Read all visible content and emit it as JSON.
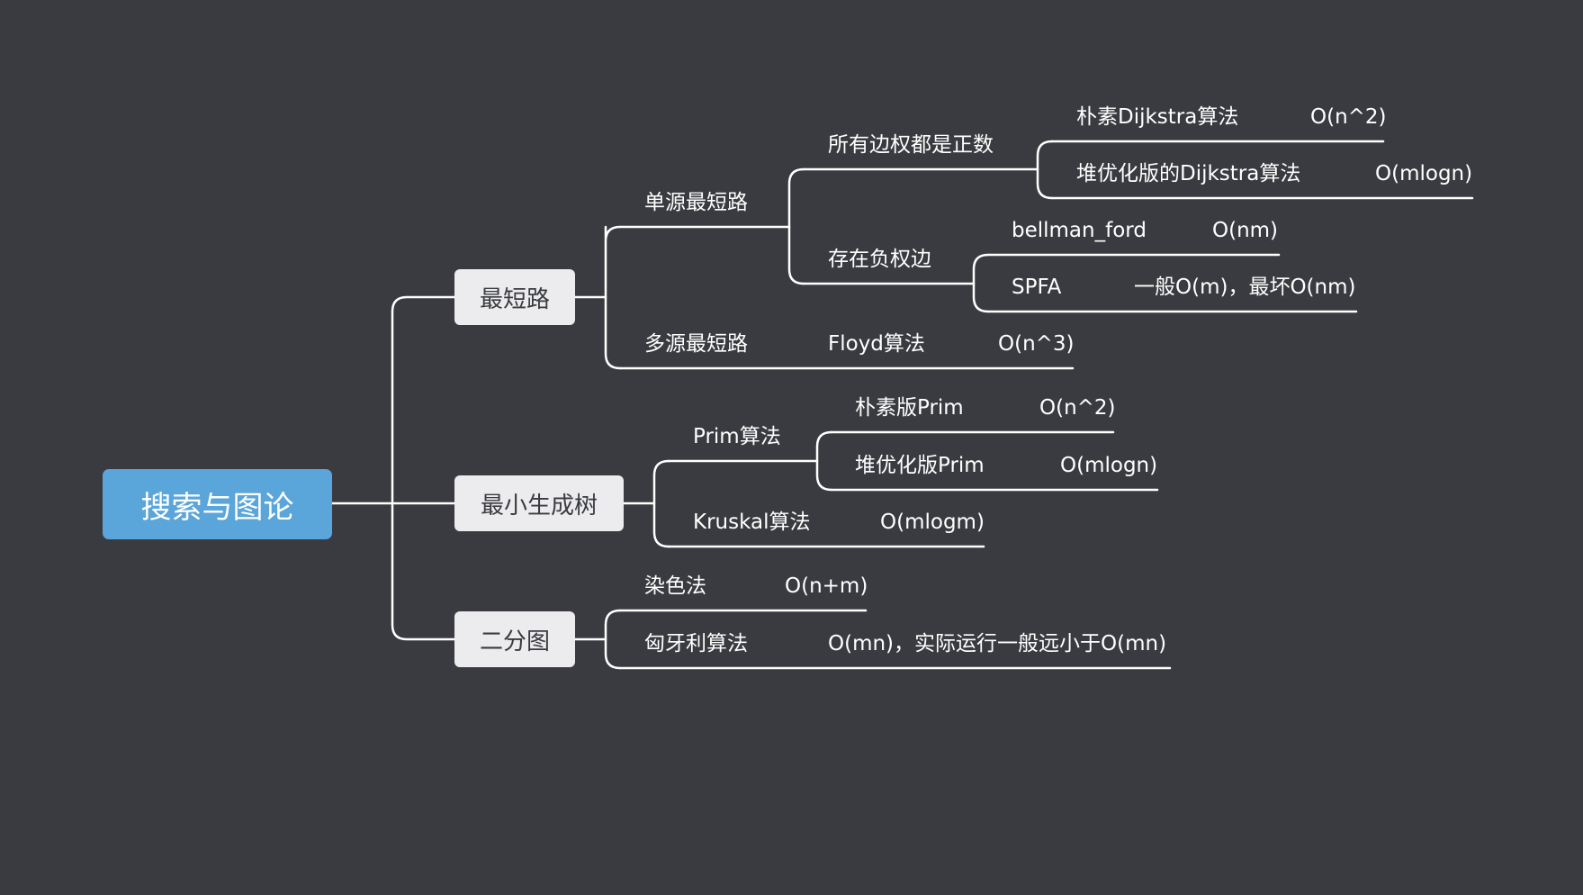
{
  "root": {
    "label": "搜索与图论"
  },
  "shortest_path": {
    "label": "最短路",
    "single_source": {
      "label": "单源最短路",
      "all_positive": {
        "label": "所有边权都是正数",
        "naive_dijkstra": {
          "label": "朴素Dijkstra算法",
          "complexity": "O(n^2)"
        },
        "heap_dijkstra": {
          "label": "堆优化版的Dijkstra算法",
          "complexity": "O(mlogn)"
        }
      },
      "negative": {
        "label": "存在负权边",
        "bellman_ford": {
          "label": "bellman_ford",
          "complexity": "O(nm)"
        },
        "spfa": {
          "label": "SPFA",
          "complexity": "一般O(m)，最坏O(nm)"
        }
      }
    },
    "multi_source": {
      "label": "多源最短路",
      "floyd": {
        "label": "Floyd算法",
        "complexity": "O(n^3)"
      }
    }
  },
  "mst": {
    "label": "最小生成树",
    "prim": {
      "label": "Prim算法",
      "naive_prim": {
        "label": "朴素版Prim",
        "complexity": "O(n^2)"
      },
      "heap_prim": {
        "label": "堆优化版Prim",
        "complexity": "O(mlogn)"
      }
    },
    "kruskal": {
      "label": "Kruskal算法",
      "complexity": "O(mlogm)"
    }
  },
  "bipartite": {
    "label": "二分图",
    "coloring": {
      "label": "染色法",
      "complexity": "O(n+m)"
    },
    "hungarian": {
      "label": "匈牙利算法",
      "complexity": "O(mn)，实际运行一般远小于O(mn)"
    }
  },
  "colors": {
    "background": "#3a3b40",
    "root": "#5aa5da",
    "branch_node": "#ececee",
    "line": "#ffffff"
  }
}
